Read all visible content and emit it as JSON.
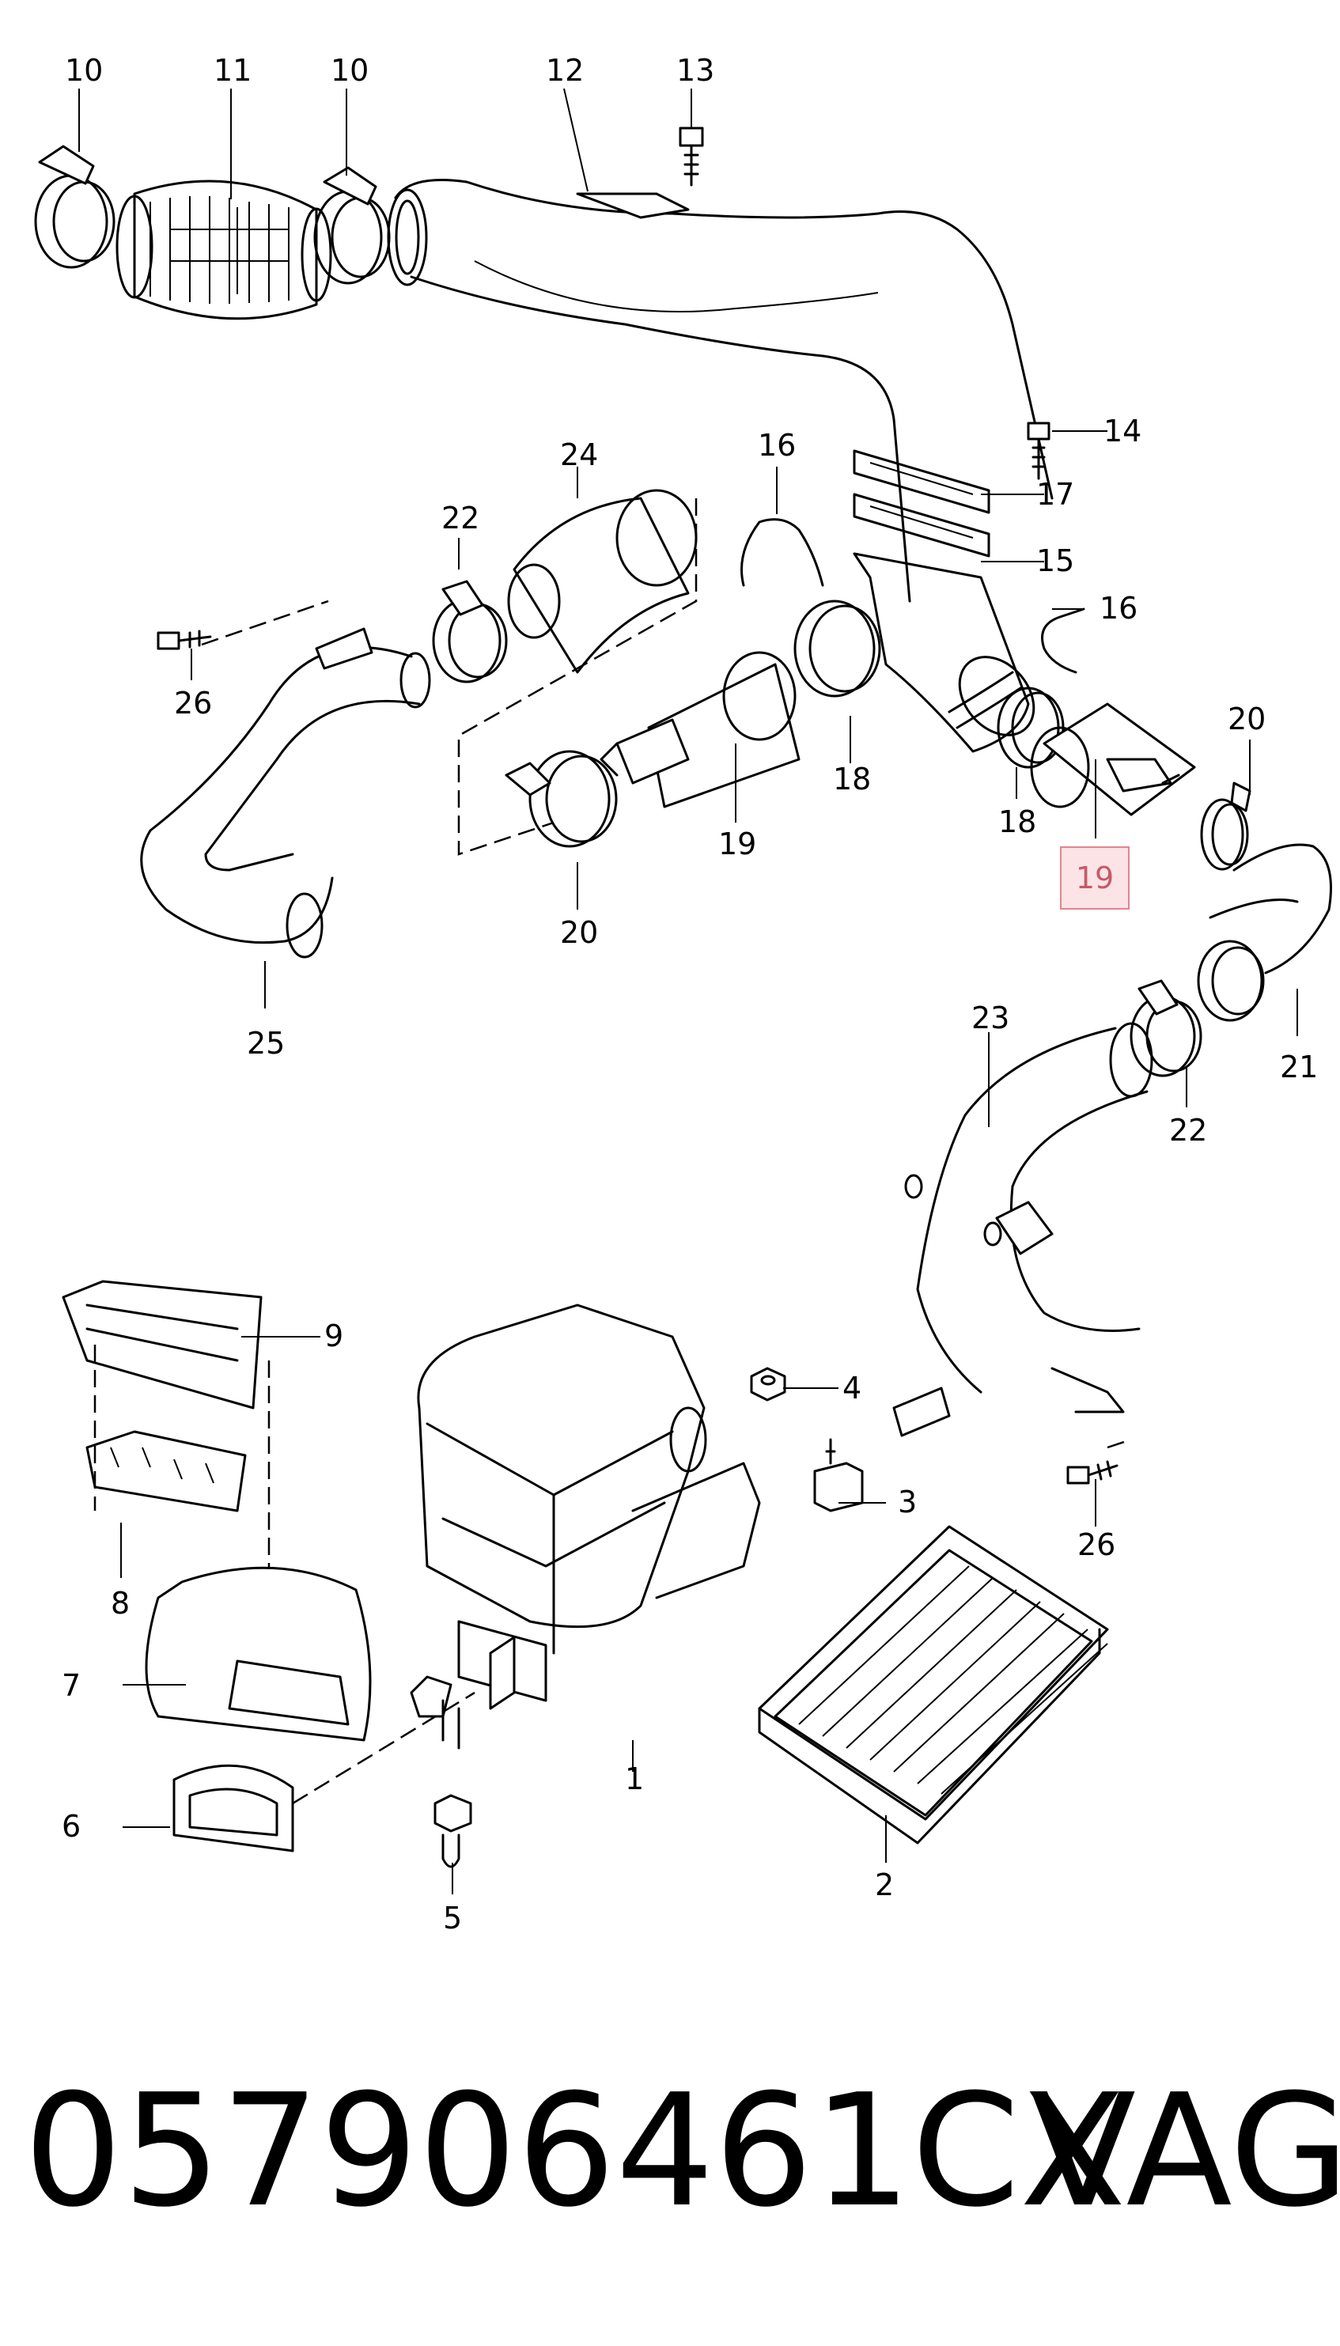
{
  "diagram": {
    "callouts": [
      {
        "id": "c10a",
        "label": "10"
      },
      {
        "id": "c11",
        "label": "11"
      },
      {
        "id": "c10b",
        "label": "10"
      },
      {
        "id": "c12",
        "label": "12"
      },
      {
        "id": "c13",
        "label": "13"
      },
      {
        "id": "c14",
        "label": "14"
      },
      {
        "id": "c16a",
        "label": "16"
      },
      {
        "id": "c17",
        "label": "17"
      },
      {
        "id": "c24",
        "label": "24"
      },
      {
        "id": "c22a",
        "label": "22"
      },
      {
        "id": "c15",
        "label": "15"
      },
      {
        "id": "c16b",
        "label": "16"
      },
      {
        "id": "c26a",
        "label": "26"
      },
      {
        "id": "c18a",
        "label": "18"
      },
      {
        "id": "c19a",
        "label": "19"
      },
      {
        "id": "c20a",
        "label": "20"
      },
      {
        "id": "c18b",
        "label": "18"
      },
      {
        "id": "c20b",
        "label": "20"
      },
      {
        "id": "c25",
        "label": "25"
      },
      {
        "id": "c23",
        "label": "23"
      },
      {
        "id": "c21",
        "label": "21"
      },
      {
        "id": "c22b",
        "label": "22"
      },
      {
        "id": "c9",
        "label": "9"
      },
      {
        "id": "c4",
        "label": "4"
      },
      {
        "id": "c3",
        "label": "3"
      },
      {
        "id": "c26b",
        "label": "26"
      },
      {
        "id": "c8",
        "label": "8"
      },
      {
        "id": "c7",
        "label": "7"
      },
      {
        "id": "c1",
        "label": "1"
      },
      {
        "id": "c6",
        "label": "6"
      },
      {
        "id": "c2",
        "label": "2"
      },
      {
        "id": "c5",
        "label": "5"
      }
    ],
    "highlighted": {
      "label": "19"
    }
  },
  "footer": {
    "part_number": "057906461CX",
    "brand": "VAG"
  }
}
